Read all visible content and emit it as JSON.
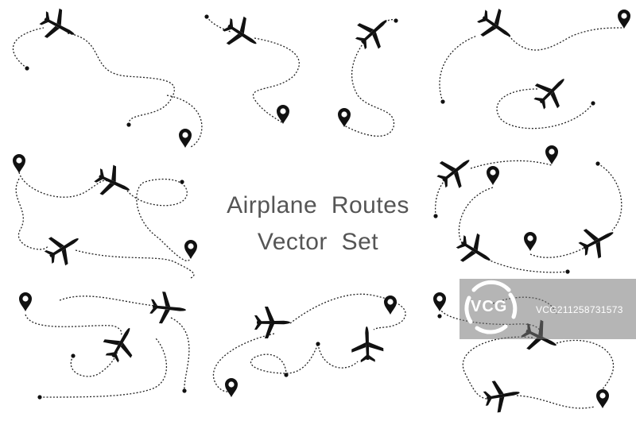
{
  "title": {
    "line1": "Airplane  Routes",
    "line2": "Vector  Set"
  },
  "watermark": {
    "logo": "VCG",
    "id": "VCG21125873157​3"
  },
  "icons": {
    "plane": "airplane-icon",
    "pin": "map-pin-icon"
  },
  "colors": {
    "ink": "#111111",
    "title": "#555555",
    "background": "#ffffff"
  }
}
